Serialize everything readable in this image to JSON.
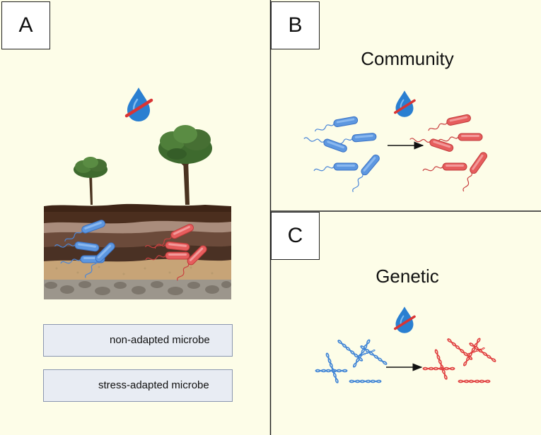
{
  "panels": {
    "a": {
      "label": "A"
    },
    "b": {
      "label": "B",
      "title": "Community"
    },
    "c": {
      "label": "C",
      "title": "Genetic"
    }
  },
  "legend": {
    "non_adapted": "non-adapted microbe",
    "stress_adapted": "stress-adapted microbe"
  },
  "colors": {
    "background": "#fdfde8",
    "non_adapted": "#4a86d8",
    "stress_adapted": "#e05050",
    "water_drop": "#2a7fd1",
    "no_water_slash": "#d93434",
    "divider": "#222222"
  },
  "icons": [
    "water-drop-crossed-icon",
    "tree-icon",
    "soil-profile-icon",
    "bacterium-icon",
    "dna-icon",
    "arrow-icon"
  ]
}
